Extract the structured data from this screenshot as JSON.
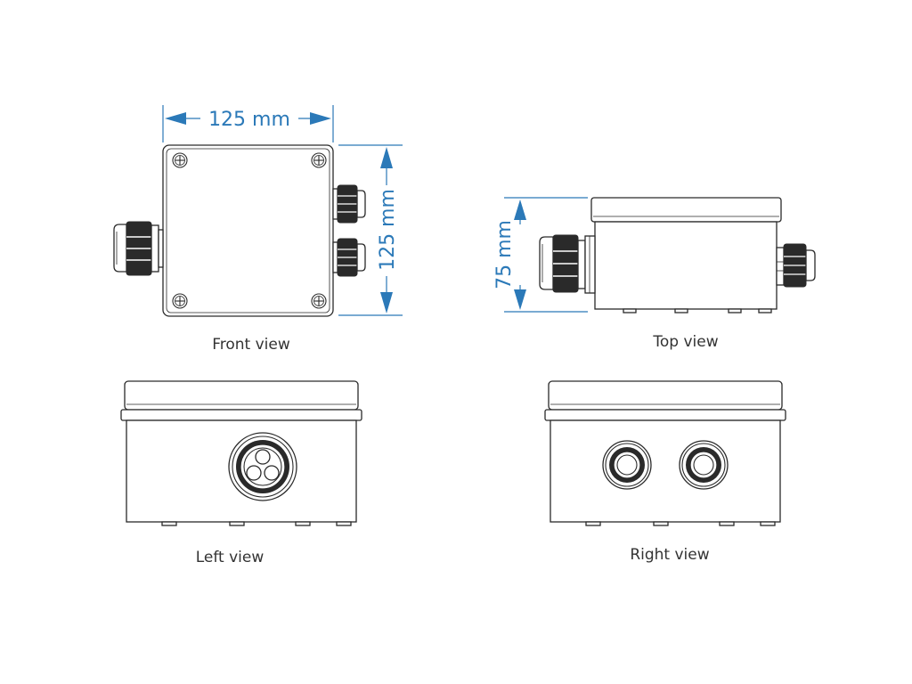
{
  "dimensions": {
    "width": "125 mm",
    "height": "125 mm",
    "depth": "75 mm"
  },
  "views": {
    "front": "Front view",
    "top": "Top view",
    "left": "Left view",
    "right": "Right view"
  },
  "colors": {
    "dimension": "#2b79b8",
    "line": "#2a2a2a",
    "label": "#333333"
  }
}
